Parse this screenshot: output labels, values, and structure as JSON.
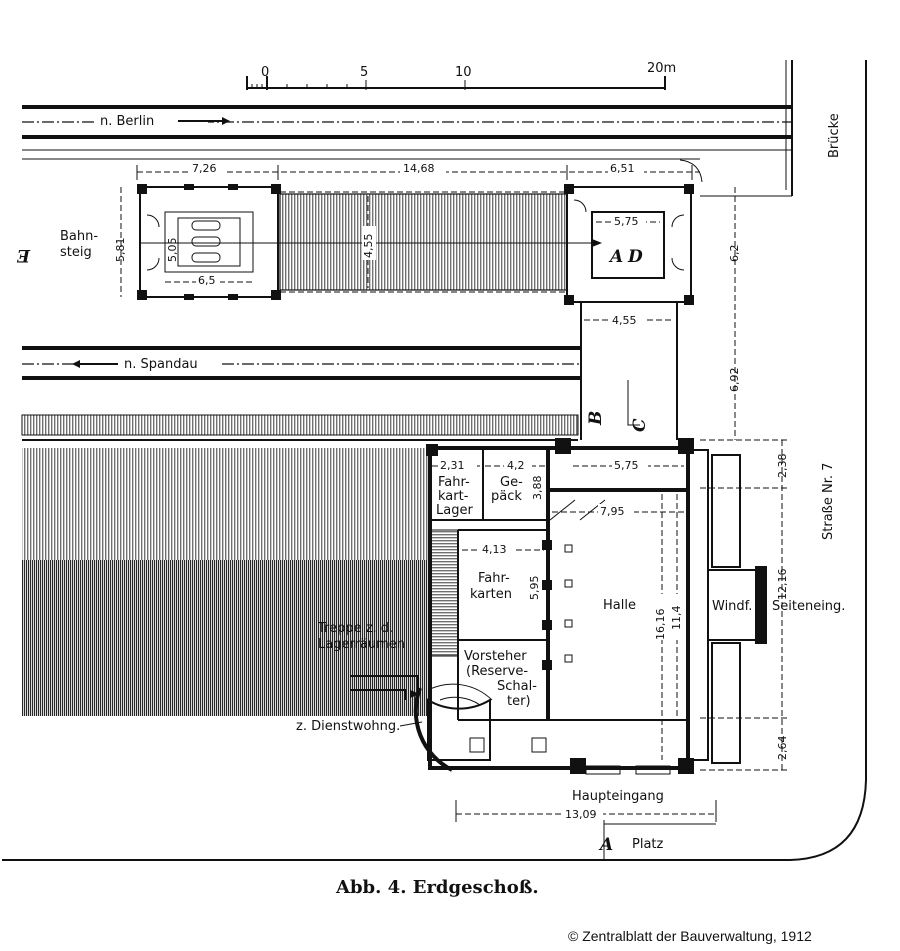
{
  "scale_bar": {
    "ticks": [
      "0",
      "5",
      "10",
      "20m"
    ]
  },
  "tracks": {
    "berlin": "n. Berlin",
    "spandau": "n. Spandau"
  },
  "labels": {
    "bahnsteig_line1": "Bahn-",
    "bahnsteig_line2": "steig",
    "bruecke": "Brücke",
    "strasse": "Straße Nr. 7",
    "fahrkartlager_1": "Fahr-",
    "fahrkartlager_2": "kart-",
    "fahrkartlager_3": "Lager",
    "gepaeck_1": "Ge-",
    "gepaeck_2": "päck",
    "fahrkarten_1": "Fahr-",
    "fahrkarten_2": "karten",
    "halle": "Halle",
    "windf": "Windf.",
    "seiteneing": "Seiteneing.",
    "vorsteher_1": "Vorsteher",
    "vorsteher_2": "(Reserve-",
    "vorsteher_3": "Schal-",
    "vorsteher_4": "ter)",
    "treppe_1": "Treppe z. d.",
    "treppe_2": "Lagerräumen",
    "dienstwohnung": "z. Dienstwohng.",
    "haupteingang": "Haupteingang",
    "platz": "Platz"
  },
  "section_marks": {
    "a": "A",
    "b": "B",
    "c": "C",
    "d": "D",
    "e": "E"
  },
  "dimensions": {
    "d_726": "7,26",
    "d_1468": "14,68",
    "d_651": "6,51",
    "d_581": "5,81",
    "d_505": "5,05",
    "d_65": "6,5",
    "d_455": "4,55",
    "d_575_top": "5,75",
    "d_62": "6,2",
    "d_455b": "4,55",
    "d_692": "6,92",
    "d_231": "2,31",
    "d_42": "4,2",
    "d_388": "3,88",
    "d_575_mid": "5,75",
    "d_238": "2,38",
    "d_795": "7,95",
    "d_413": "4,13",
    "d_595": "5,95",
    "d_1616": "16,16",
    "d_114": "11,4",
    "d_1216": "12,16",
    "d_264": "2,64",
    "d_1309": "13,09"
  },
  "caption": "Abb. 4.   Erdgeschoß.",
  "copyright": "© Zentralblatt der Bauverwaltung, 1912"
}
